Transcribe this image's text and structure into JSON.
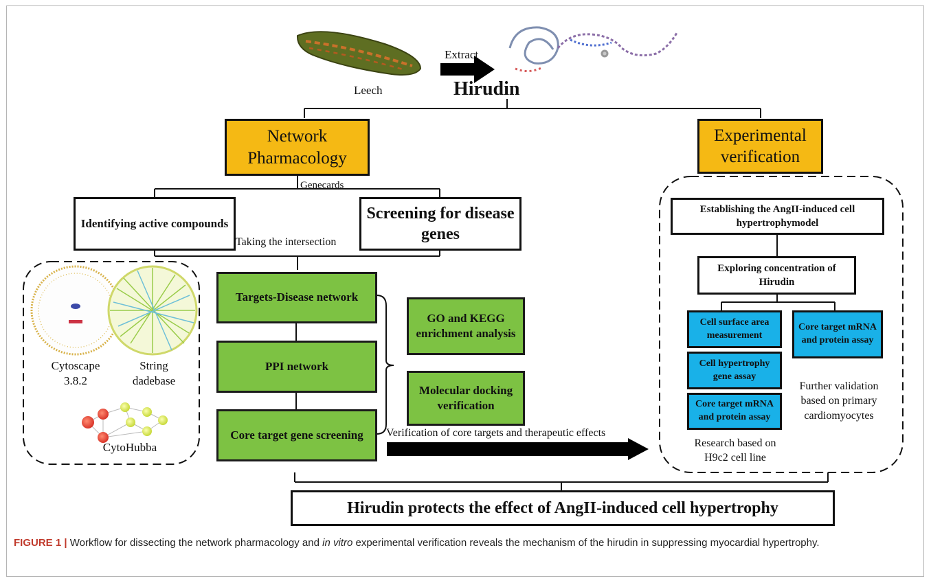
{
  "top": {
    "leech_label": "Leech",
    "extract_label": "Extract",
    "hirudin_title": "Hirudin"
  },
  "left_branch": {
    "header": "Network Pharmacology",
    "genecards_label": "Genecards",
    "box_active": "Identifying active compounds",
    "box_disease": "Screening for disease genes",
    "intersection_label": "Taking the intersection",
    "tools": {
      "cytoscape": "Cytoscape 3.8.2",
      "string": "String dadebase",
      "cytohubba": "CytoHubba"
    },
    "steps": [
      "Targets-Disease network",
      "PPI network",
      "Core target gene screening"
    ],
    "analyses": [
      "GO and KEGG enrichment analysis",
      "Molecular docking verification"
    ],
    "verification_label": "Verification of core targets and therapeutic effects"
  },
  "right_branch": {
    "header": "Experimental verification",
    "model_box": "Establishing the AngII-induced cell hypertrophymodel",
    "concentration_box": "Exploring concentration of Hirudin",
    "h9c2_assays": [
      "Cell surface area measurement",
      "Cell hypertrophy gene assay",
      "Core target mRNA and protein assay"
    ],
    "primary_assay": "Core target mRNA and protein assay",
    "h9c2_label": "Research based on H9c2 cell line",
    "primary_label": "Further validation based on primary cardiomyocytes"
  },
  "conclusion": "Hirudin protects the effect of AngII-induced cell hypertrophy",
  "caption": {
    "figure_label": "FIGURE 1 |",
    "text_before": " Workflow for dissecting the network pharmacology and ",
    "italic": "in vitro",
    "text_after": " experimental verification reveals the mechanism of the hirudin in suppressing myocardial hypertrophy."
  },
  "colors": {
    "header_fill": "#f5b914",
    "step_fill": "#7dc243",
    "assay_fill": "#19b1e8"
  }
}
